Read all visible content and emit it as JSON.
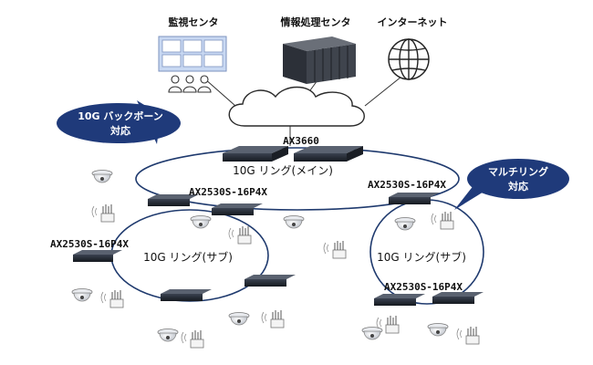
{
  "labels": {
    "monitoring_center": "監視センタ",
    "data_center": "情報処理センタ",
    "internet": "インターネット",
    "core_switch": "AX3660",
    "access_switch_top_left": "AX2530S-16P4X",
    "access_switch_top_right": "AX2530S-16P4X",
    "access_switch_left": "AX2530S-16P4X",
    "access_switch_bottom_right": "AX2530S-16P4X"
  },
  "rings": {
    "main": "10G リング(メイン)",
    "sub_left": "10G リング(サブ)",
    "sub_right": "10G リング(サブ)"
  },
  "callouts": {
    "backbone_line1": "10G バックボーン",
    "backbone_line2": "対応",
    "multiring_line1": "マルチリング",
    "multiring_line2": "対応"
  },
  "colors": {
    "ring_line": "#1f3a6e",
    "callout_fill": "#1f3a7a",
    "switch_body": "#1e2530",
    "monitor_fill": "#c8d8f2"
  }
}
